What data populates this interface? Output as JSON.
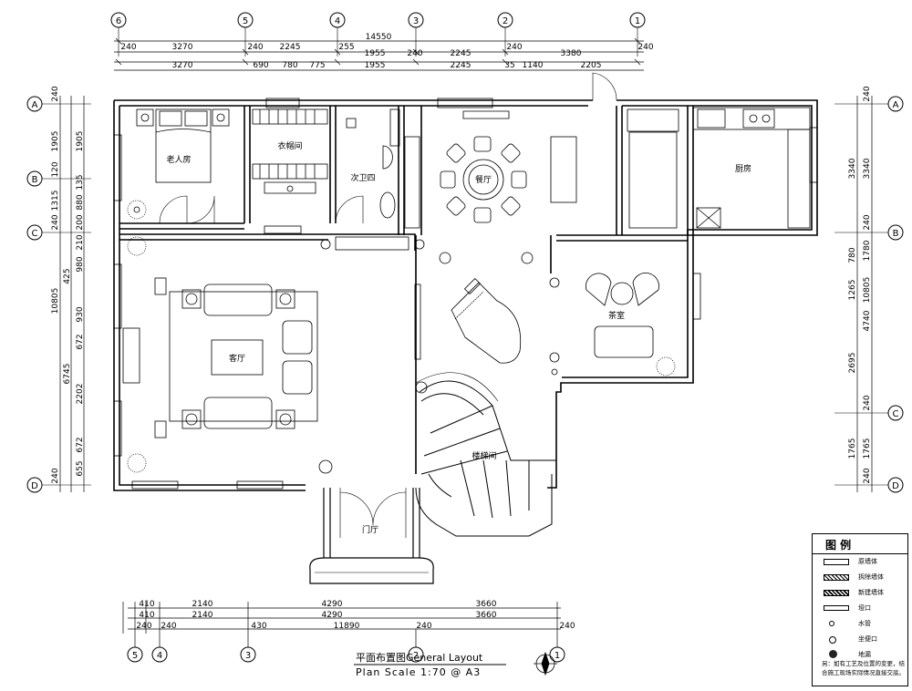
{
  "rooms": {
    "elder_bedroom": "老人房",
    "closet": "衣帽间",
    "bathroom4": "次卫四",
    "dining": "餐厅",
    "kitchen": "厨房",
    "living": "客厅",
    "tea_room": "茶室",
    "staircase": "楼梯间",
    "foyer": "门厅"
  },
  "axis_labels": {
    "top": [
      "6",
      "5",
      "4",
      "3",
      "2",
      "1"
    ],
    "bottom": [
      "5",
      "4",
      "3",
      "2",
      "1"
    ],
    "left": [
      "A",
      "B",
      "C",
      "D"
    ],
    "right": [
      "A",
      "B",
      "C",
      "D"
    ]
  },
  "dims_top": {
    "overall": "14550",
    "row1": [
      "240",
      "3270",
      "240",
      "2245",
      "255",
      "240",
      "2245",
      "240",
      "3380",
      "240"
    ],
    "row2": [
      "3270",
      "690",
      "780",
      "775",
      "1955",
      "2245",
      "35",
      "1140",
      "2205"
    ],
    "row2_extra": "1955"
  },
  "dims_bottom": {
    "row1": [
      "410",
      "2140",
      "4290",
      "3660"
    ],
    "row2": [
      "410",
      "2140",
      "4290",
      "3660"
    ],
    "row3": [
      "240",
      "240",
      "430",
      "11890",
      "240",
      "240"
    ]
  },
  "dims_left": {
    "overall": "10805",
    "row_outer": [
      "240",
      "1905",
      "120",
      "1315",
      "240",
      "6745",
      "240"
    ],
    "row_inner": [
      "1905",
      "135",
      "880",
      "200",
      "210",
      "425",
      "980",
      "930",
      "672",
      "2202",
      "672",
      "655"
    ]
  },
  "dims_right": {
    "overall": "10805",
    "row_outer": [
      "240",
      "3340",
      "240",
      "1780",
      "4740",
      "240",
      "1765",
      "240"
    ],
    "row_inner": [
      "3340",
      "780",
      "1265",
      "2695",
      "1765"
    ]
  },
  "title": {
    "main": "平面布置图General Layout",
    "sub": "Plan  Scale  1:70 @ A3"
  },
  "legend": {
    "title": "图 例",
    "items": [
      {
        "label": "原墙体",
        "symbol": "wall-original"
      },
      {
        "label": "拆除墙体",
        "symbol": "wall-demolished"
      },
      {
        "label": "新建墙体",
        "symbol": "wall-new"
      },
      {
        "label": "垭口",
        "symbol": "opening"
      },
      {
        "label": "水管",
        "symbol": "water-pipe"
      },
      {
        "label": "坐便口",
        "symbol": "toilet-outlet"
      },
      {
        "label": "地漏",
        "symbol": "floor-drain"
      }
    ],
    "note": "另：如有工艺及位置的变更，结合施工现场实际情况直接交底。"
  }
}
